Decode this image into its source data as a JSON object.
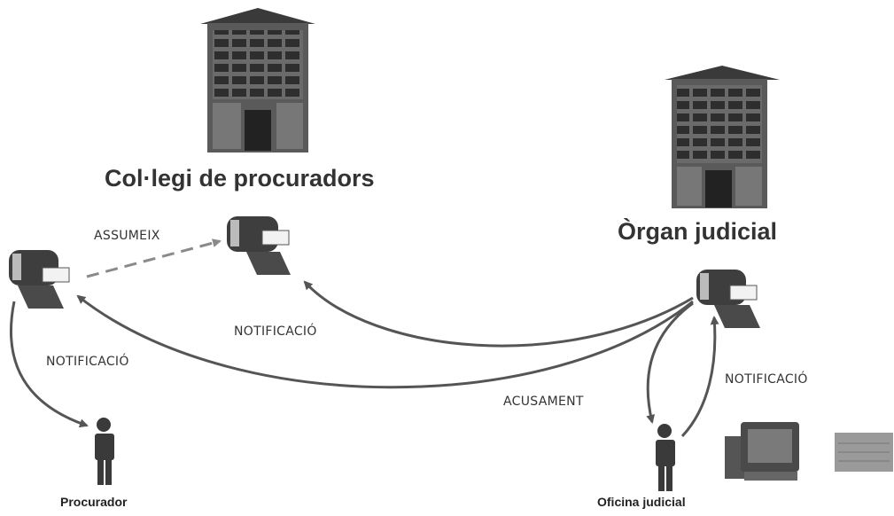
{
  "labels": {
    "college": "Col·legi de procuradors",
    "organ": "Òrgan judicial",
    "assumeix": "ASSUMEIX",
    "notificacio_center": "NOTIFICACIÓ",
    "notificacio_left": "NOTIFICACIÓ",
    "notificacio_right": "NOTIFICACIÓ",
    "acusament": "ACUSAMENT",
    "procurador": "Procurador",
    "oficina": "Oficina judicial"
  },
  "icons": [
    "building-icon",
    "mailbox-icon",
    "person-icon",
    "computer-icon",
    "keyboard-icon"
  ],
  "colors": {
    "building": "#4a4a4a",
    "mailbox": "#3e3e3e",
    "arrow": "#555555",
    "dashed_arrow": "#8a8a8a"
  }
}
